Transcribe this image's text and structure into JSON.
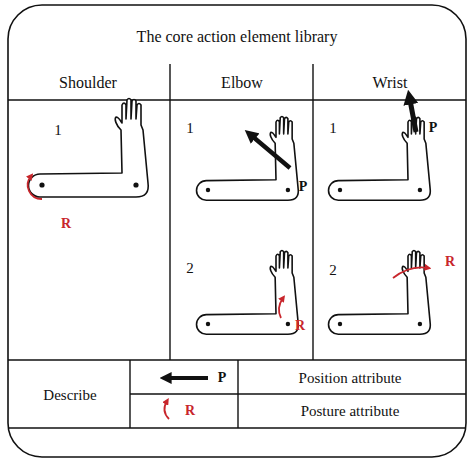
{
  "diagram": {
    "title": "The core action element library",
    "labels": [
      "Shoulder",
      "Elbow",
      "Wrist",
      "1",
      "R",
      "1",
      "P",
      "2",
      "R",
      "1",
      "P",
      "2",
      "R",
      "Describe",
      "P",
      "Position attribute",
      "R",
      "Posture attribute"
    ]
  }
}
